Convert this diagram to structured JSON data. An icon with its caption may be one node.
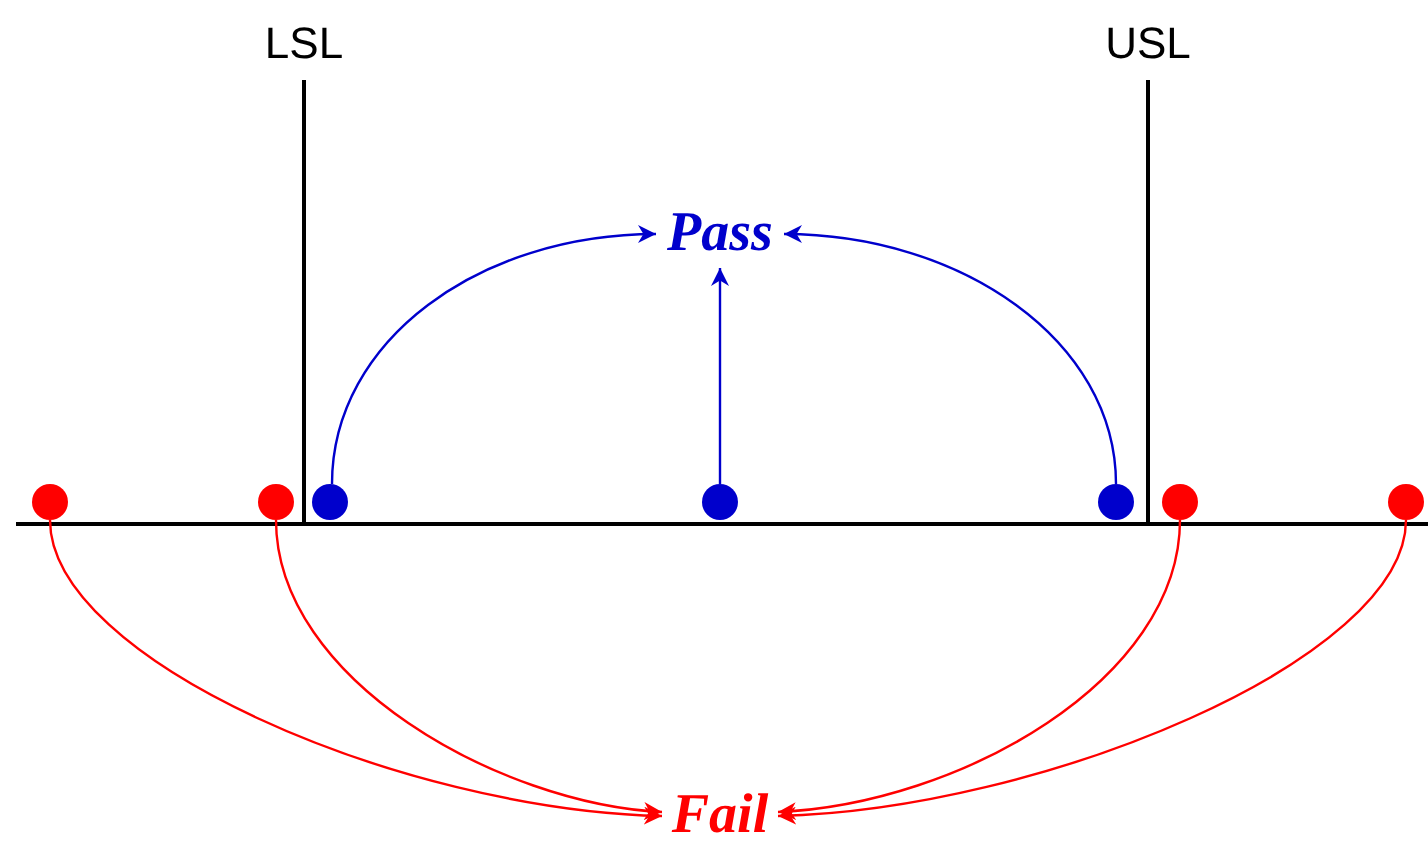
{
  "diagram": {
    "nodes": [
      {
        "text": [
          "Pass"
        ]
      },
      {
        "text": [],
        "shape": "circle"
      },
      {
        "text": [],
        "shape": "circle"
      },
      {
        "text": [],
        "shape": "circle"
      },
      {
        "text": [],
        "shape": "circle"
      },
      {
        "text": [],
        "shape": "circle"
      },
      {
        "text": [],
        "shape": "circle"
      },
      {
        "text": [],
        "shape": "circle"
      },
      {
        "text": [
          "Fail"
        ]
      }
    ],
    "edges": [
      {
        "from": 3,
        "to": 0,
        "arrow": "to",
        "color": "#0000cc"
      },
      {
        "from": 4,
        "to": 0,
        "arrow": "to",
        "color": "#0000cc"
      },
      {
        "from": 5,
        "to": 0,
        "arrow": "to",
        "color": "#0000cc"
      },
      {
        "from": 1,
        "to": 8,
        "arrow": "to",
        "color": "#ff0000"
      },
      {
        "from": 2,
        "to": 8,
        "arrow": "to",
        "color": "#ff0000"
      },
      {
        "from": 6,
        "to": 8,
        "arrow": "to",
        "color": "#ff0000"
      },
      {
        "from": 7,
        "to": 8,
        "arrow": "to",
        "color": "#ff0000"
      }
    ],
    "labels": [
      "LSL",
      "USL"
    ]
  }
}
